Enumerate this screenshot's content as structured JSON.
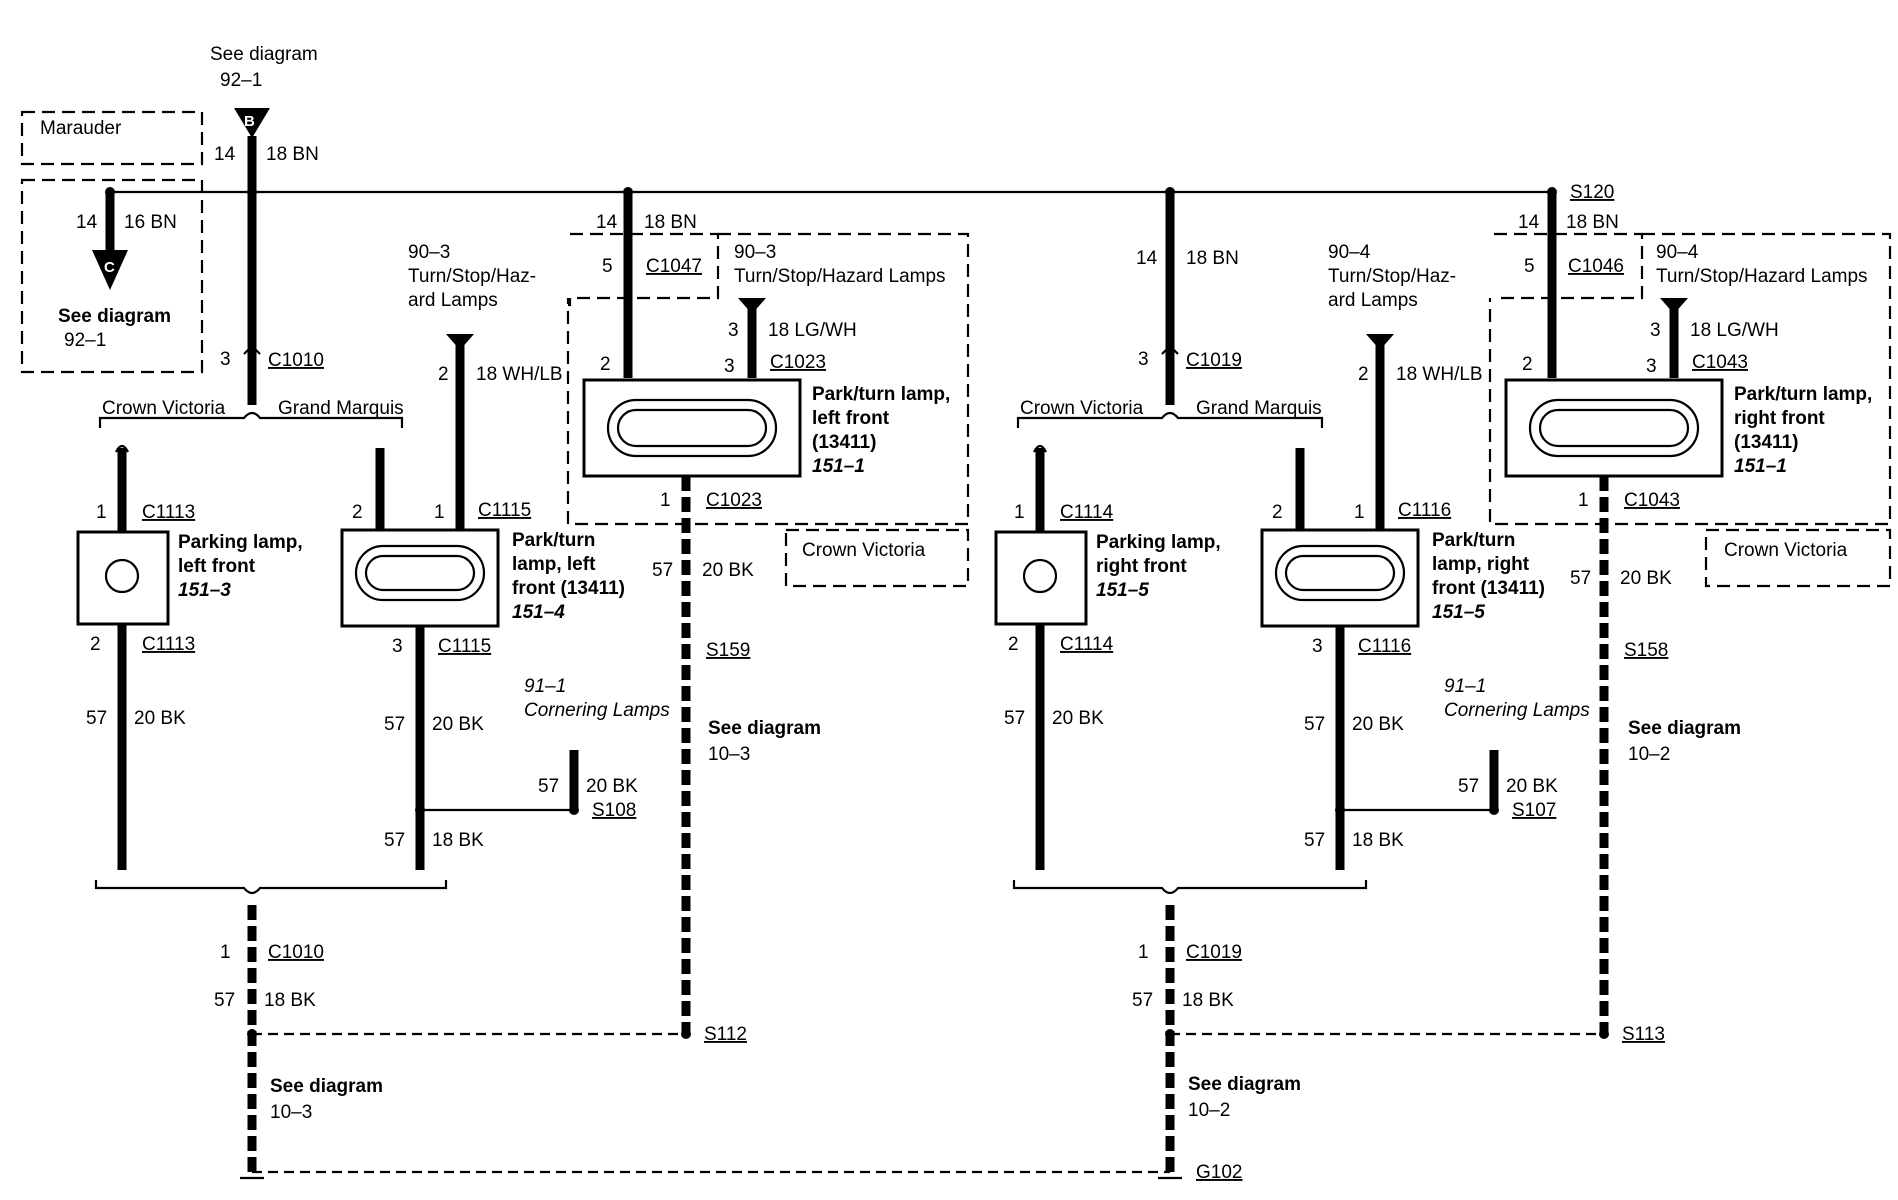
{
  "top": {
    "see_diagram": "See diagram",
    "ref": "92–1",
    "connector_letter": "B"
  },
  "variants": {
    "marauder": "Marauder",
    "crown_victoria": "Crown Victoria",
    "grand_marquis": "Grand Marquis"
  },
  "left_branch": {
    "pin": "14",
    "wire": "16 BN",
    "letter": "C",
    "see_diagram": "See diagram",
    "ref": "92–1"
  },
  "main_wire": {
    "pin": "14",
    "wire": "18 BN"
  },
  "splices": {
    "s120": "S120",
    "s159": "S159",
    "s108": "S108",
    "s112": "S112",
    "s158": "S158",
    "s107": "S107",
    "s113": "S113"
  },
  "ground": {
    "g102": "G102"
  },
  "left_side": {
    "c1010_top": {
      "pin": "3",
      "label": "C1010"
    },
    "c1010_bottom": {
      "pin": "1",
      "label": "C1010",
      "circuit": "57",
      "wire": "18 BK",
      "see": "See diagram",
      "ref": "10–3"
    },
    "parking_lamp": {
      "name_1": "Parking lamp,",
      "name_2": "left front",
      "ref": "151–3",
      "top_pin": "1",
      "top_conn": "C1113",
      "bot_pin": "2",
      "bot_conn": "C1113",
      "circuit": "57",
      "wire": "20 BK"
    },
    "park_turn_gm": {
      "name_1": "Park/turn",
      "name_2": "lamp, left",
      "name_3": "front (13411)",
      "ref": "151–4",
      "pin_a": "2",
      "pin_b": "1",
      "conn": "C1115",
      "bot_pin": "3",
      "bot_conn": "C1115",
      "circuit": "57",
      "wire": "20 BK",
      "circuit2": "57",
      "wire2": "18 BK"
    },
    "turn_ref": {
      "ref": "90–3",
      "line1": "Turn/Stop/Haz-",
      "line2": "ard Lamps",
      "pin": "2",
      "wire": "18 WH/LB"
    },
    "cornering": {
      "ref": "91–1",
      "label": "Cornering Lamps",
      "circuit": "57",
      "wire": "20 BK"
    },
    "cv_lamp": {
      "pin14": "14",
      "wire14": "18 BN",
      "pin5": "5",
      "c1047": "C1047",
      "box_ref": "90–3",
      "box_label": "Turn/Stop/Hazard Lamps",
      "pin3": "3",
      "wire3": "18 LG/WH",
      "pin2": "2",
      "pin3b": "3",
      "c1023": "C1023",
      "name_1": "Park/turn lamp,",
      "name_2": "left front",
      "name_3": "(13411)",
      "ref": "151–1",
      "bot_pin": "1",
      "bot_conn": "C1023",
      "circuit": "57",
      "wire": "20 BK",
      "see": "See diagram",
      "see_ref": "10–3",
      "cv_tag": "Crown Victoria"
    }
  },
  "right_side": {
    "mid_wire": {
      "pin": "14",
      "wire": "18 BN"
    },
    "c1019_top": {
      "pin": "3",
      "label": "C1019"
    },
    "c1019_bottom": {
      "pin": "1",
      "label": "C1019",
      "circuit": "57",
      "wire": "18 BK",
      "see": "See diagram",
      "ref": "10–2"
    },
    "parking_lamp": {
      "name_1": "Parking lamp,",
      "name_2": "right front",
      "ref": "151–5",
      "top_pin": "1",
      "top_conn": "C1114",
      "bot_pin": "2",
      "bot_conn": "C1114",
      "circuit": "57",
      "wire": "20 BK"
    },
    "park_turn_gm": {
      "name_1": "Park/turn",
      "name_2": "lamp, right",
      "name_3": "front (13411)",
      "ref": "151–5",
      "pin_a": "2",
      "pin_b": "1",
      "conn": "C1116",
      "bot_pin": "3",
      "bot_conn": "C1116",
      "circuit": "57",
      "wire": "20 BK",
      "circuit2": "57",
      "wire2": "18 BK"
    },
    "turn_ref": {
      "ref": "90–4",
      "line1": "Turn/Stop/Haz-",
      "line2": "ard Lamps",
      "pin": "2",
      "wire": "18 WH/LB"
    },
    "cornering": {
      "ref": "91–1",
      "label": "Cornering Lamps",
      "circuit": "57",
      "wire": "20 BK"
    },
    "cv_lamp": {
      "pin14": "14",
      "wire14": "18 BN",
      "pin5": "5",
      "c1046": "C1046",
      "box_ref": "90–4",
      "box_label": "Turn/Stop/Hazard Lamps",
      "pin3": "3",
      "wire3": "18 LG/WH",
      "pin2": "2",
      "pin3b": "3",
      "c1043": "C1043",
      "name_1": "Park/turn lamp,",
      "name_2": "right front",
      "name_3": "(13411)",
      "ref": "151–1",
      "bot_pin": "1",
      "bot_conn": "C1043",
      "circuit": "57",
      "wire": "20 BK",
      "see": "See diagram",
      "see_ref": "10–2",
      "cv_tag": "Crown Victoria"
    }
  }
}
